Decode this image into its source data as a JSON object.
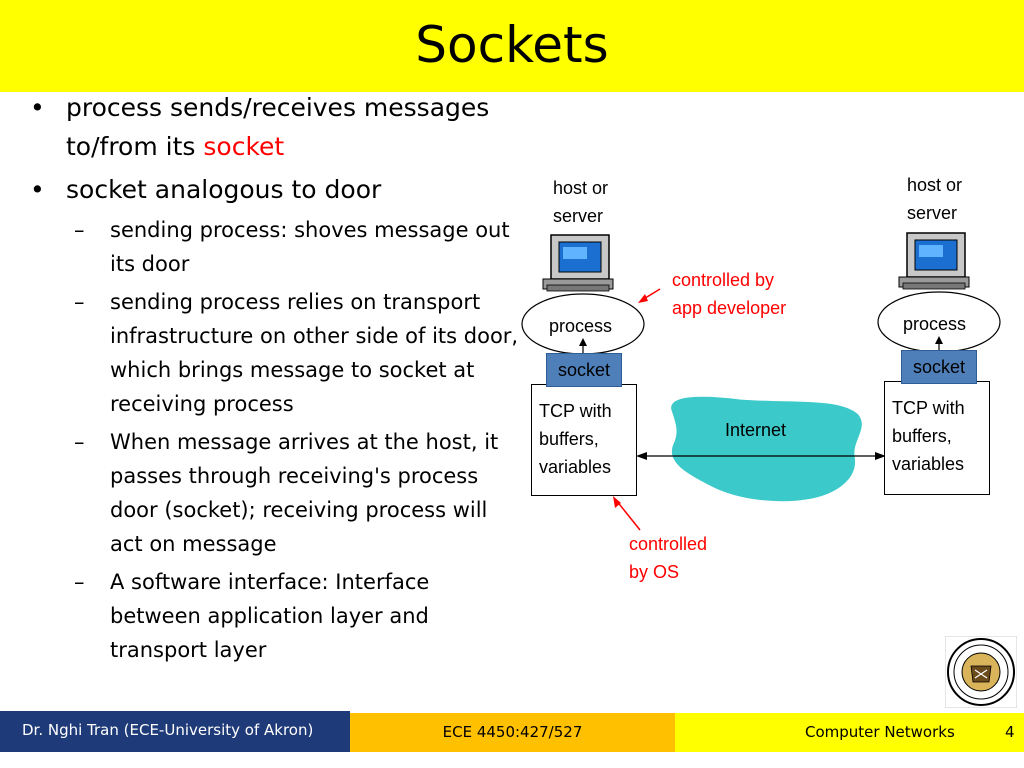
{
  "title": "Sockets",
  "bullets": [
    {
      "text": "process sends/receives messages to/from its ",
      "highlight": "socket"
    },
    {
      "text": "socket analogous to door"
    }
  ],
  "sub_bullets": [
    "sending process: shoves message out its door",
    "sending process relies on transport infrastructure on other side of its door, which brings message to socket at receiving process",
    "When message arrives at the host, it passes through receiving's process door (socket); receiving process will act on message",
    "A software interface: Interface between application layer and transport layer"
  ],
  "diagram": {
    "left_host": {
      "label_line1": "host or",
      "label_line2": "server",
      "process": "process",
      "socket": "socket",
      "tcp_line1": "TCP with",
      "tcp_line2": "buffers,",
      "tcp_line3": "variables"
    },
    "right_host": {
      "label_line1": "host or",
      "label_line2": "server",
      "process": "process",
      "socket": "socket",
      "tcp_line1": "TCP with",
      "tcp_line2": "buffers,",
      "tcp_line3": "variables"
    },
    "internet": "Internet",
    "annotation_app_line1": "controlled by",
    "annotation_app_line2": "app developer",
    "annotation_os_line1": "controlled",
    "annotation_os_line2": "by OS"
  },
  "footer": {
    "author": "Dr. Nghi Tran (ECE-University of Akron)",
    "course": "ECE 4450:427/527",
    "topic": "Computer Networks",
    "page": "4"
  },
  "colors": {
    "title_bg": "#ffff00",
    "socket": "#4f7fb8",
    "internet": "#3cc9c9",
    "annotation": "#ff0000",
    "footer_left": "#1f3a78",
    "footer_mid": "#ffc000",
    "footer_right": "#ffff00"
  },
  "icons": [
    "computer-icon",
    "university-seal-logo"
  ]
}
